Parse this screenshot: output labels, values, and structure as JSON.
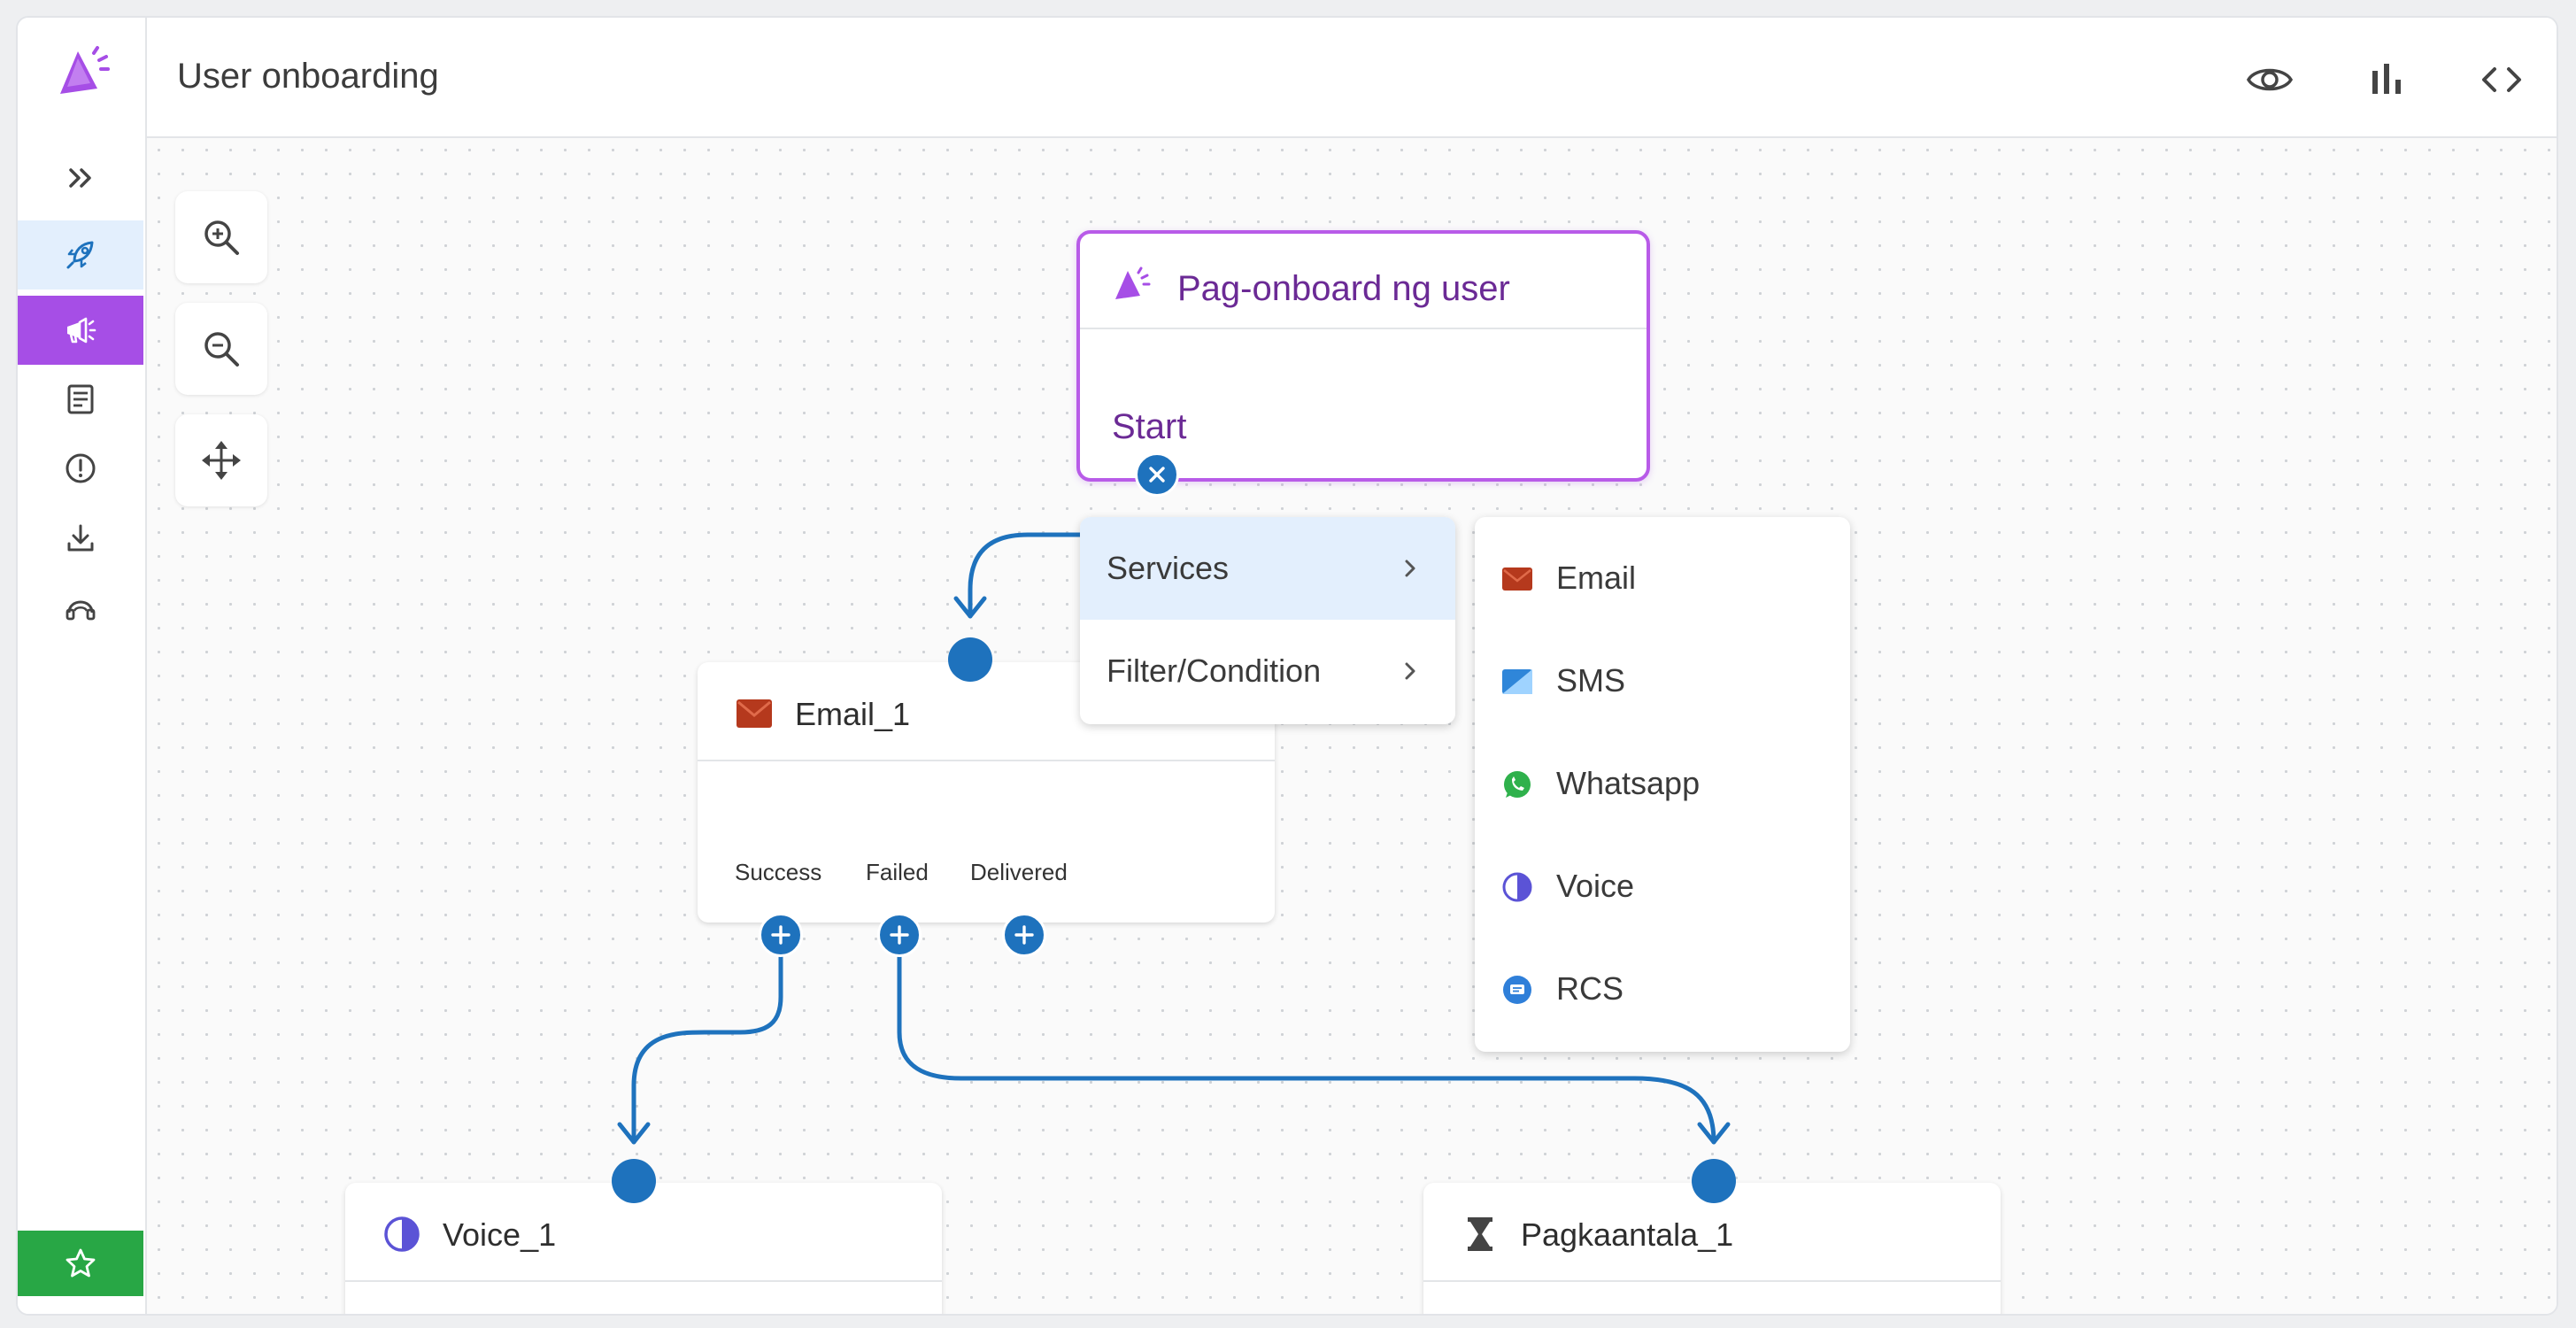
{
  "header": {
    "title": "User onboarding"
  },
  "header_actions": [
    {
      "icon": "eye-icon"
    },
    {
      "icon": "bar-chart-icon"
    },
    {
      "icon": "code-icon"
    }
  ],
  "sidebar": {
    "items": [
      {
        "icon": "expand-icon"
      },
      {
        "icon": "rocket-icon"
      },
      {
        "icon": "megaphone-icon",
        "active": true
      },
      {
        "icon": "document-icon"
      },
      {
        "icon": "alert-icon"
      },
      {
        "icon": "download-icon"
      },
      {
        "icon": "headset-icon"
      },
      {
        "icon": "star-icon"
      }
    ]
  },
  "canvas_tools": [
    {
      "icon": "zoom-in-icon"
    },
    {
      "icon": "zoom-out-icon"
    },
    {
      "icon": "move-icon"
    }
  ],
  "nodes": {
    "start": {
      "title": "Pag-onboard ng user",
      "label": "Start"
    },
    "email": {
      "title": "Email_1",
      "outputs": [
        "Success",
        "Failed",
        "Delivered"
      ]
    },
    "voice": {
      "title": "Voice_1"
    },
    "delay": {
      "title": "Pagkaantala_1"
    }
  },
  "context_menu": {
    "items": [
      {
        "label": "Services"
      },
      {
        "label": "Filter/Condition"
      }
    ]
  },
  "services_menu": {
    "items": [
      {
        "label": "Email",
        "icon": "email-icon"
      },
      {
        "label": "SMS",
        "icon": "sms-icon"
      },
      {
        "label": "Whatsapp",
        "icon": "whatsapp-icon"
      },
      {
        "label": "Voice",
        "icon": "voice-icon"
      },
      {
        "label": "RCS",
        "icon": "rcs-icon"
      }
    ]
  },
  "colors": {
    "accent_purple": "#a64ee6",
    "edge_blue": "#1e72bd",
    "highlight": "#e3effd",
    "star_green": "#28a745"
  }
}
